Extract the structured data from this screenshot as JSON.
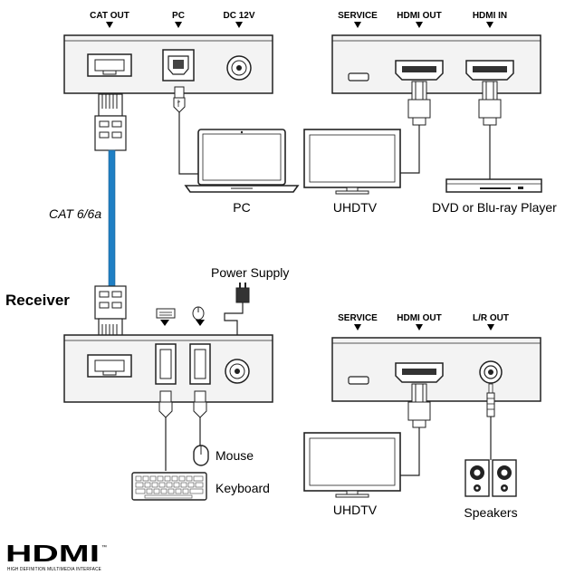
{
  "top_transmitter": {
    "ports": [
      "CAT OUT",
      "PC",
      "DC 12V"
    ],
    "pc_label": "PC",
    "cable_label": "CAT 6/6a"
  },
  "top_right_unit": {
    "ports": [
      "SERVICE",
      "HDMI OUT",
      "HDMI IN"
    ],
    "display_label": "UHDTV",
    "source_label": "DVD or Blu-ray Player"
  },
  "receiver": {
    "title": "Receiver",
    "power_label": "Power Supply",
    "mouse_label": "Mouse",
    "keyboard_label": "Keyboard"
  },
  "bottom_right_unit": {
    "ports": [
      "SERVICE",
      "HDMI OUT",
      "L/R OUT"
    ],
    "display_label": "UHDTV",
    "audio_label": "Speakers"
  },
  "logo": {
    "wordmark": "HDMI",
    "trademark": "™",
    "tagline": "HIGH DEFINITION MULTIMEDIA INTERFACE"
  },
  "colors": {
    "cable": "#1f7fc4",
    "panel": "#f3f3f3",
    "line": "#222222"
  }
}
